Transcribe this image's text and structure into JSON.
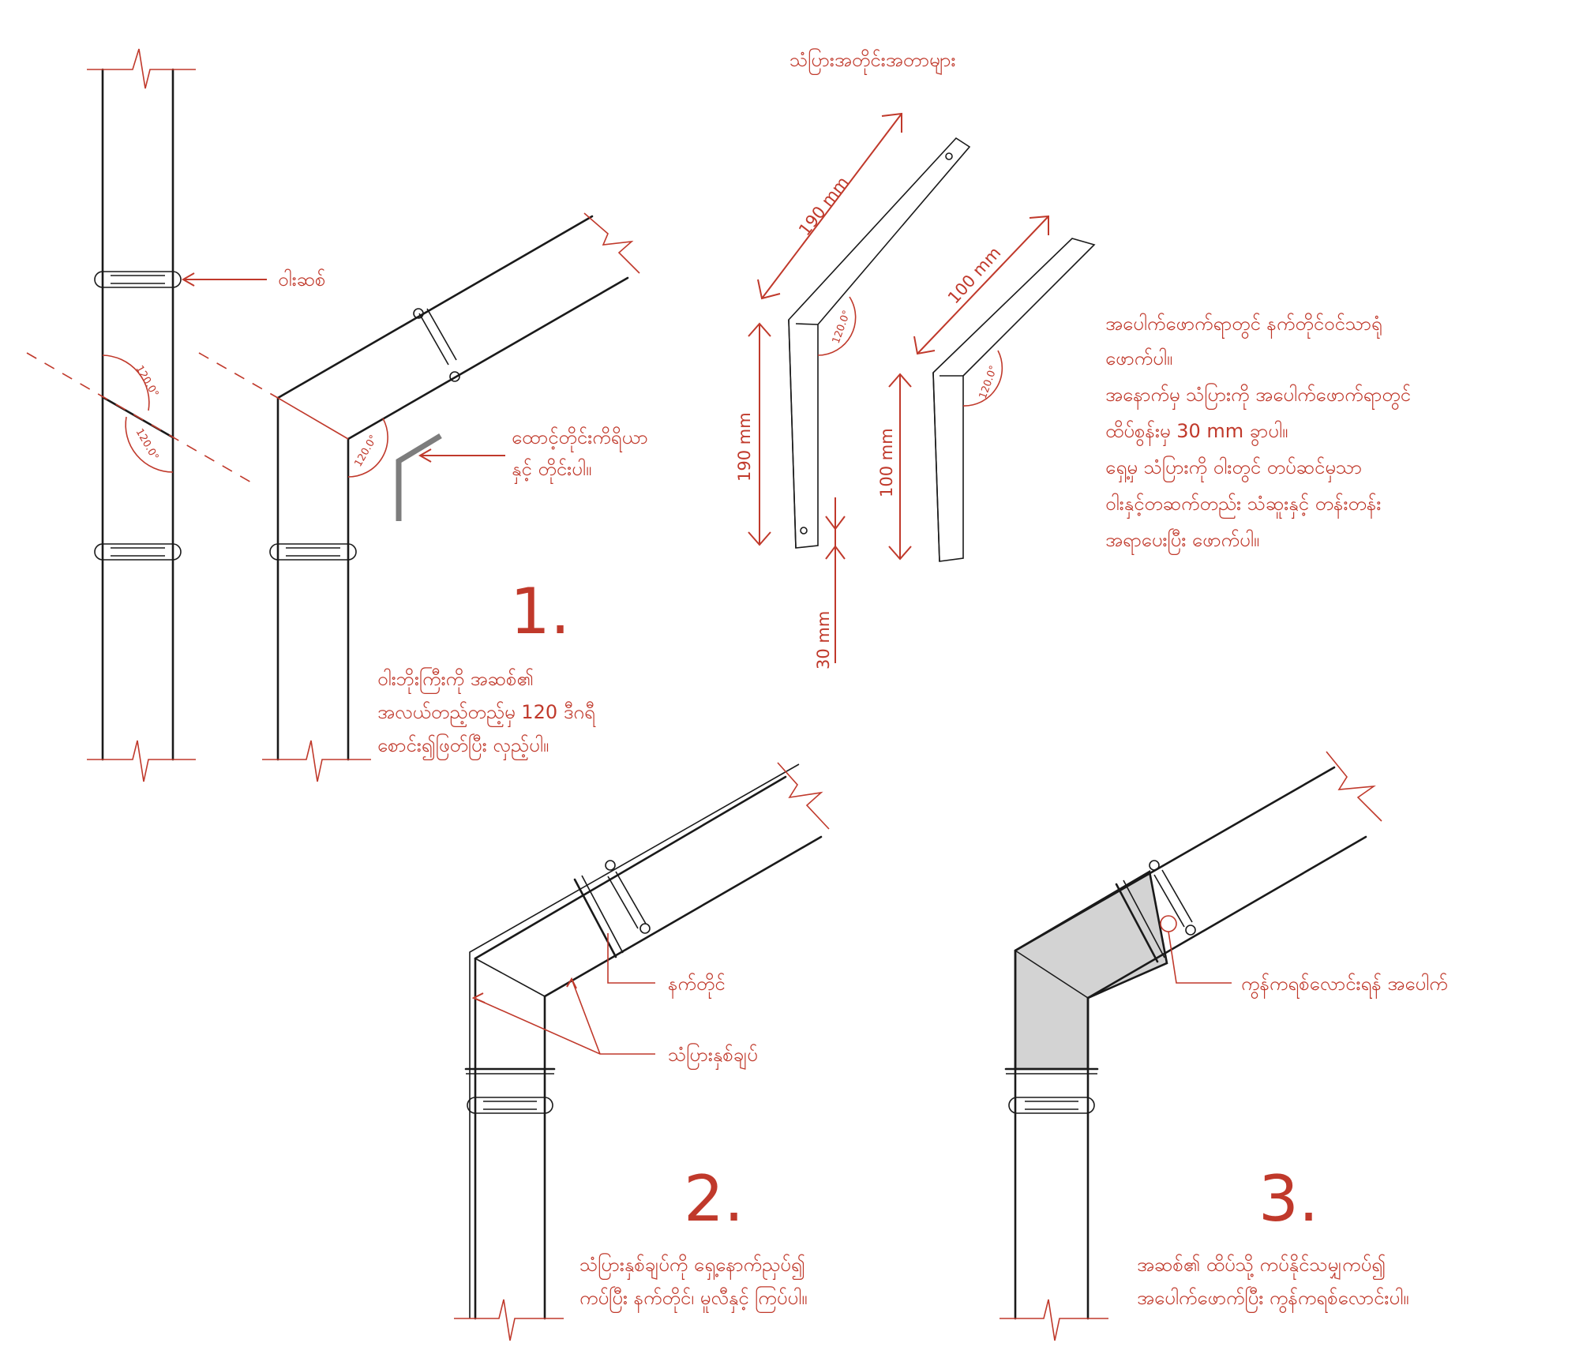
{
  "labels": {
    "band": "ဝါးဆစ်",
    "joint_label_line1": "ထောင့်တိုင်းကိရိယာ",
    "joint_label_line2": "နှင့် တိုင်းပါ။",
    "plate_title": "သံပြားအတိုင်းအတာများ",
    "nail": "နက်တိုင်",
    "plate_strap": "သံပြားနှစ်ချပ်",
    "mortar_hole": "ကွန်ကရစ်လောင်းရန် အပေါက်"
  },
  "angles": {
    "a": "120.0°"
  },
  "dimensions": {
    "plate1_diag": "190 mm",
    "plate1_vert": "190 mm",
    "plate1_bottom": "30 mm",
    "plate2_diag": "100 mm",
    "plate2_vert": "100 mm"
  },
  "step1": {
    "number": "1.",
    "line1": "ဝါးဘိုးကြီးကို အဆစ်၏",
    "line2": "အလယ်တည့်တည့်မှ 120 ဒီဂရီ",
    "line3": "စောင်း၍ဖြတ်ပြီး လှည့်ပါ။"
  },
  "step2": {
    "number": "2.",
    "line1": "သံပြားနှစ်ချပ်ကို ရှေ့နောက်ညှပ်၍",
    "line2": "ကပ်ပြီး နက်တိုင်၊ မူလီနှင့် ကြပ်ပါ။"
  },
  "step3": {
    "number": "3.",
    "line1": "အဆစ်၏ ထိပ်သို့ ကပ်နိုင်သမျှကပ်၍",
    "line2": "အပေါက်ဖောက်ပြီး ကွန်ကရစ်လောင်းပါ။"
  },
  "instructions": {
    "line1": "အပေါက်ဖောက်ရာတွင် နက်တိုင်ဝင်သာရုံ",
    "line2": "ဖောက်ပါ။",
    "line3": "အနောက်မှ သံပြားကို အပေါက်ဖောက်ရာတွင်",
    "line4": "ထိပ်စွန်းမှ 30 mm ခွာပါ။",
    "line5": "ရှေ့မှ သံပြားကို ဝါးတွင် တပ်ဆင်မှသာ",
    "line6": "ဝါးနှင့်တဆက်တည်း သံဆူးနှင့် တန်းတန်း",
    "line7": "အရာပေးပြီး ဖောက်ပါ။"
  },
  "colors": {
    "annotation": "#c0392b",
    "line": "#1a1a1a",
    "fill": "#d3d3d3"
  }
}
